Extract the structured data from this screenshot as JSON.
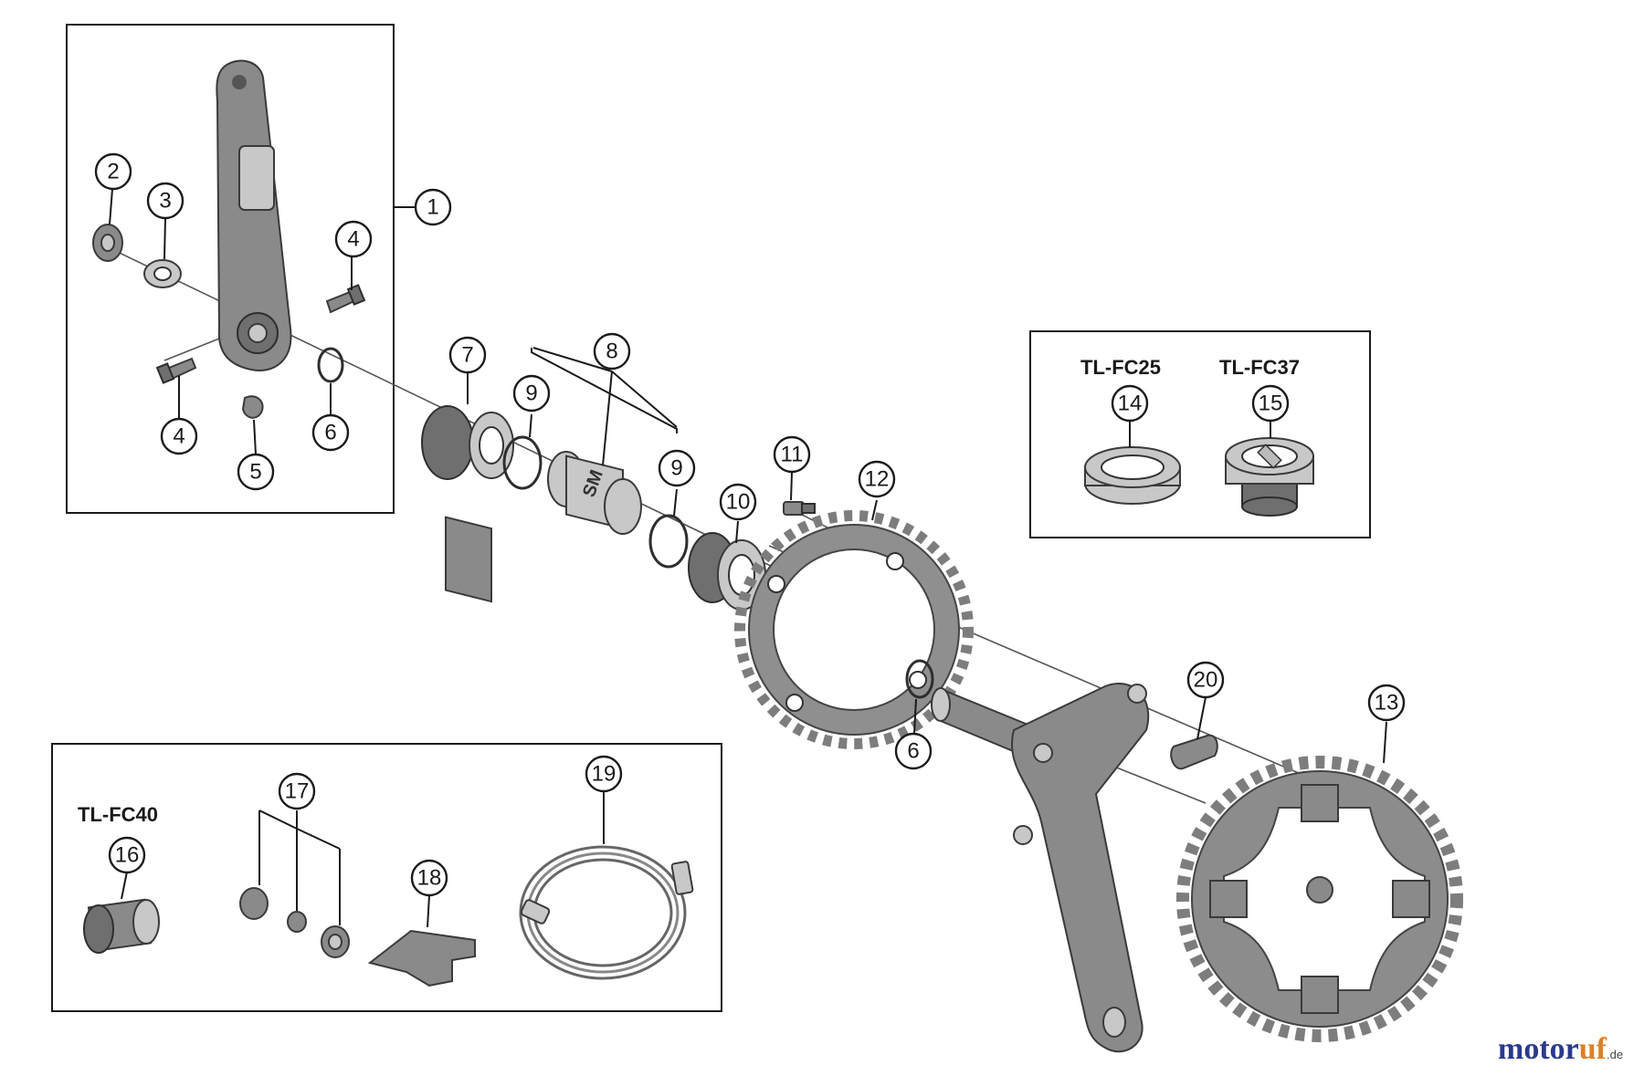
{
  "callouts": [
    {
      "id": "c1",
      "label": "1"
    },
    {
      "id": "c2",
      "label": "2"
    },
    {
      "id": "c3",
      "label": "3"
    },
    {
      "id": "c4a",
      "label": "4"
    },
    {
      "id": "c4b",
      "label": "4"
    },
    {
      "id": "c5",
      "label": "5"
    },
    {
      "id": "c6a",
      "label": "6"
    },
    {
      "id": "c6b",
      "label": "6"
    },
    {
      "id": "c7",
      "label": "7"
    },
    {
      "id": "c8",
      "label": "8"
    },
    {
      "id": "c9a",
      "label": "9"
    },
    {
      "id": "c9b",
      "label": "9"
    },
    {
      "id": "c10",
      "label": "10"
    },
    {
      "id": "c11",
      "label": "11"
    },
    {
      "id": "c12",
      "label": "12"
    },
    {
      "id": "c13",
      "label": "13"
    },
    {
      "id": "c14",
      "label": "14"
    },
    {
      "id": "c15",
      "label": "15"
    },
    {
      "id": "c16",
      "label": "16"
    },
    {
      "id": "c17",
      "label": "17"
    },
    {
      "id": "c18",
      "label": "18"
    },
    {
      "id": "c19",
      "label": "19"
    },
    {
      "id": "c20",
      "label": "20"
    }
  ],
  "tools": {
    "tl_fc25": "TL-FC25",
    "tl_fc37": "TL-FC37",
    "tl_fc40": "TL-FC40"
  },
  "watermark": {
    "part1": "motor",
    "part2": "uf",
    "suffix": ".de"
  },
  "colors": {
    "part_gray": "#8a8a8a",
    "outline": "#1a1a1a",
    "watermark_blue": "#2b3a8c",
    "watermark_orange": "#d9822b"
  }
}
